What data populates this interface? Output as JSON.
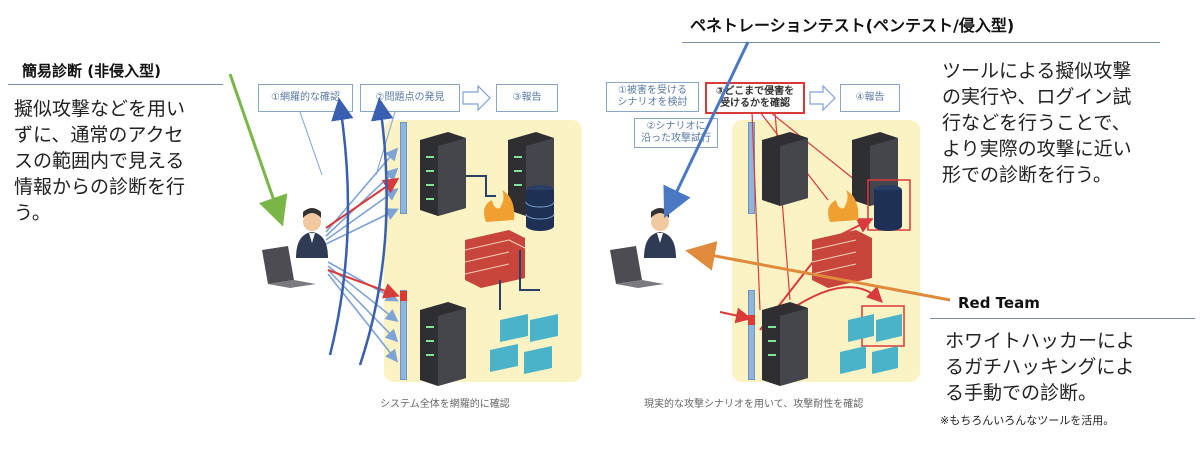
{
  "left_panel": {
    "heading": "簡易診断 (非侵入型)",
    "description": [
      "擬似攻撃などを用い",
      "ずに、通常のアクセ",
      "スの範囲内で見える",
      "情報からの診断を行",
      "う。"
    ]
  },
  "pentest_panel": {
    "heading": "ペネトレーションテスト(ペンテスト/侵入型)",
    "description": [
      "ツールによる擬似攻撃",
      "の実行や、ログイン試",
      "行などを行うことで、",
      "より実際の攻撃に近い",
      "形での診断を行う。"
    ]
  },
  "red_team_panel": {
    "heading": "Red Team",
    "description": [
      "ホワイトハッカーによ",
      "るガチハッキングによ",
      "る手動での診断。"
    ],
    "note": "※もちろんいろんなツールを活用。"
  },
  "diagram_left": {
    "steps": [
      "①網羅的な確認",
      "②問題点の発見",
      "③報告"
    ],
    "caption": "システム全体を網羅的に確認"
  },
  "diagram_right": {
    "steps": [
      "①被害を受ける\nシナリオを検討",
      "③どこまで侵害を\n受けるかを確認",
      "④報告",
      "②シナリオに\n沿った攻撃試行"
    ],
    "caption": "現実的な攻撃シナリオを用いて、攻撃耐性を確認"
  },
  "colors": {
    "green_pointer": "#7ab648",
    "blue_pointer": "#4a78c2",
    "orange_pointer": "#e08a3c",
    "red_attack": "#d93a3a",
    "blue_arrow": "#3a5eb0"
  }
}
